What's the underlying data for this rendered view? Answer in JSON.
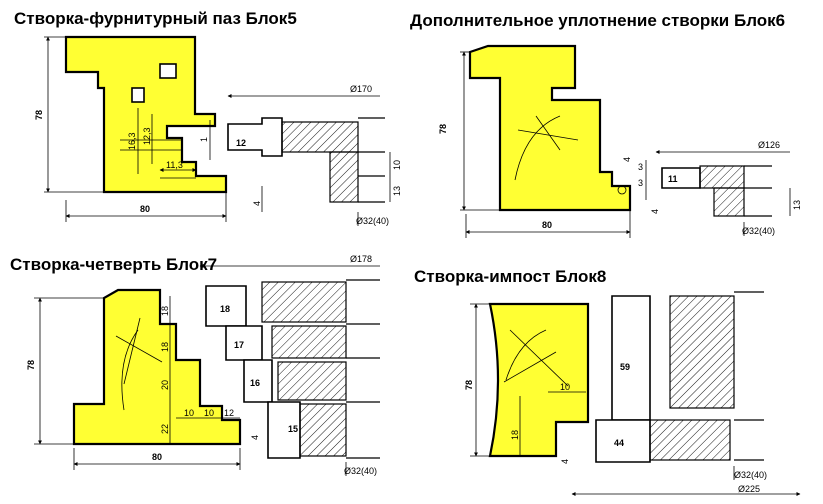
{
  "blocks": [
    {
      "title": "Створка-фурнитурный паз Блок5",
      "dims": {
        "height": "78",
        "width": "80",
        "d1": "16,3",
        "d2": "12,3",
        "d3": "11,3",
        "d4": "1",
        "d5": "4",
        "tool_dia": "Ø170",
        "t1": "12",
        "t2": "10",
        "t3": "13",
        "bore": "Ø32(40)"
      }
    },
    {
      "title": "Дополнительное уплотнение створки Блок6",
      "dims": {
        "height": "78",
        "width": "80",
        "d1": "4",
        "d2": "3",
        "d3": "3",
        "d4": "4",
        "tool_dia": "Ø126",
        "t1": "11",
        "t2": "13",
        "bore": "Ø32(40)"
      }
    },
    {
      "title": "Створка-четверть Блок7",
      "dims": {
        "height": "78",
        "width": "80",
        "d1": "18",
        "d2": "18",
        "d3": "20",
        "d4": "22",
        "d5": "10",
        "d6": "10",
        "d7": "12",
        "d8": "4",
        "tool_dia": "Ø178",
        "t1": "18",
        "t2": "17",
        "t3": "16",
        "t4": "15",
        "bore": "Ø32(40)"
      }
    },
    {
      "title": "Створка-импост Блок8",
      "dims": {
        "height": "78",
        "d1": "10",
        "d2": "18",
        "d3": "4",
        "t1": "59",
        "t2": "44",
        "bore": "Ø32(40)",
        "tool_dia": "Ø225"
      }
    }
  ]
}
